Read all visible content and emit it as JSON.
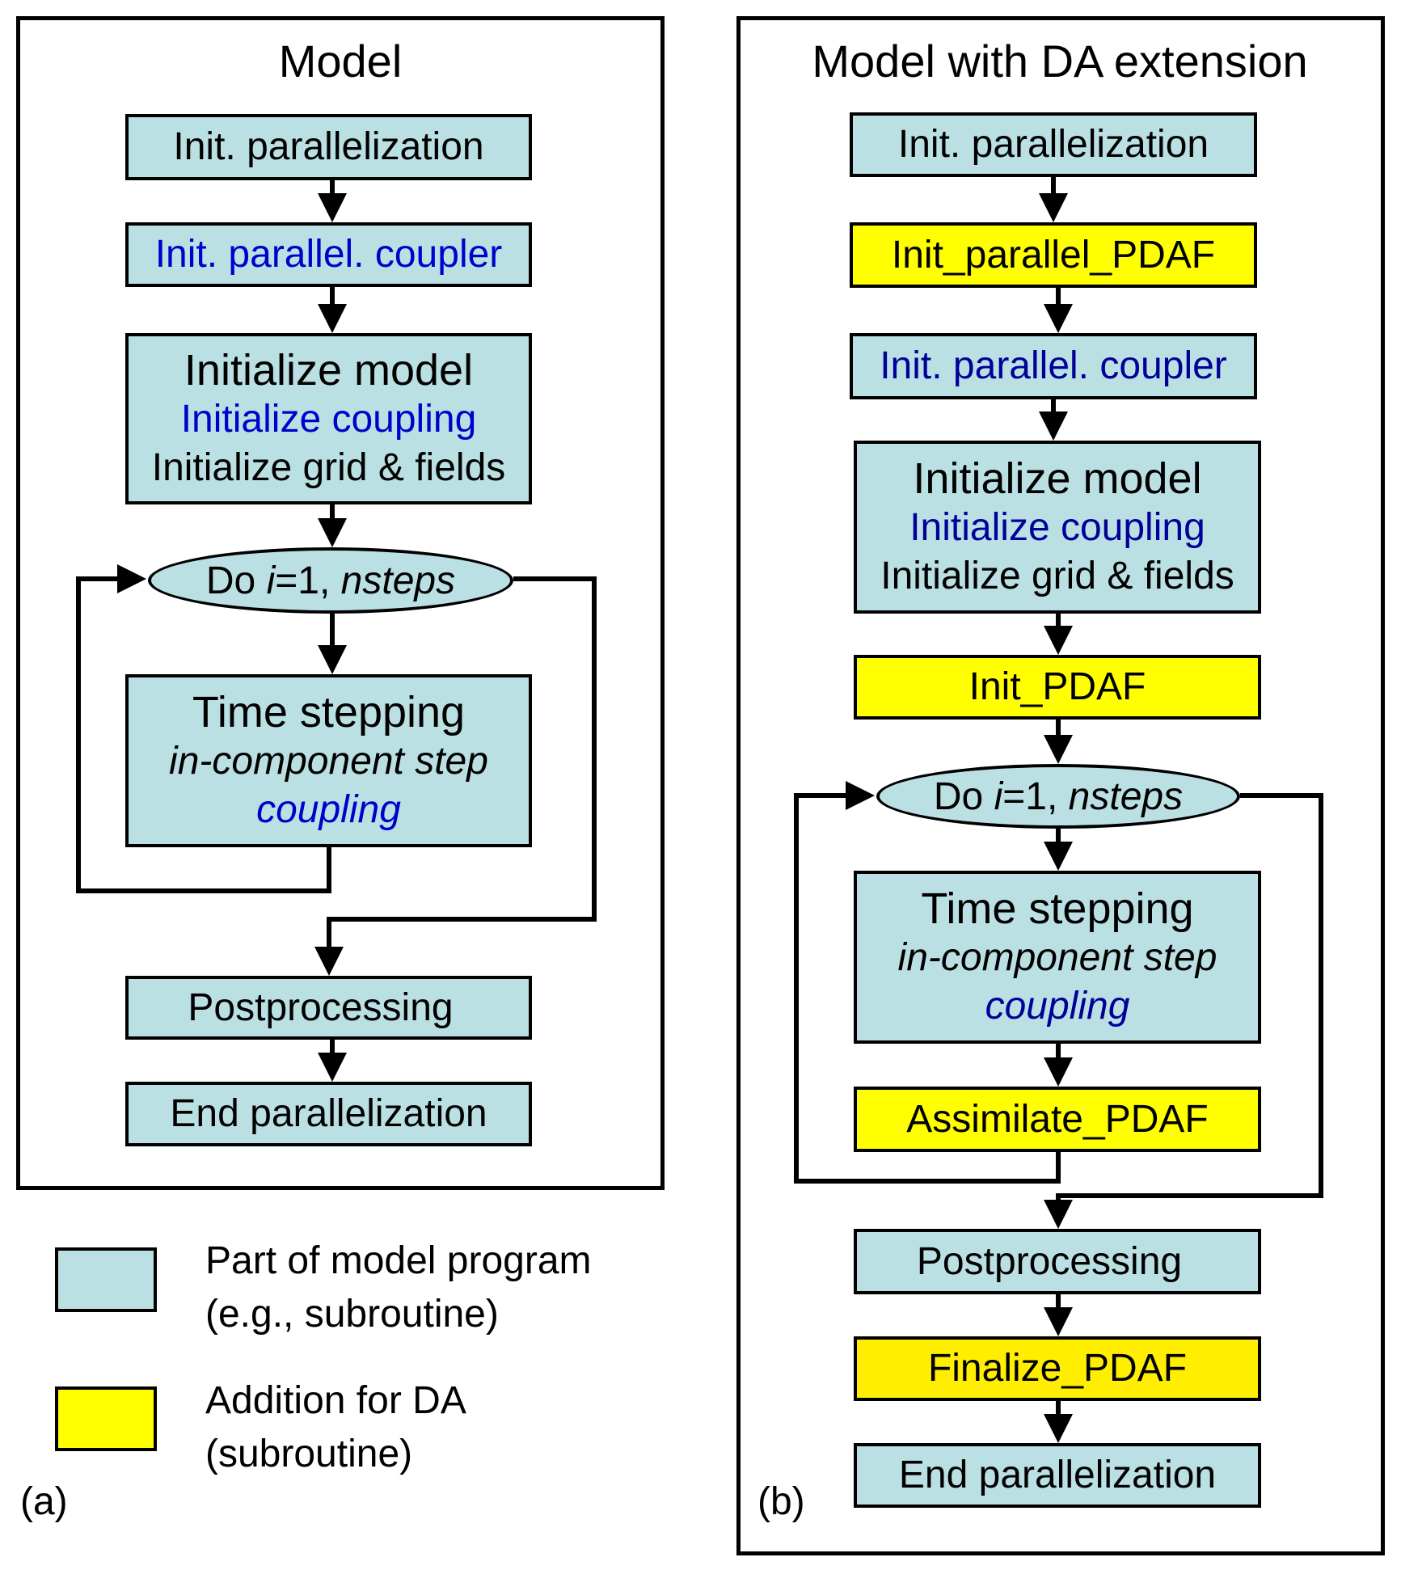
{
  "panel_a": {
    "title": "Model",
    "label": "(a)",
    "steps": {
      "init_parallelization": "Init. parallelization",
      "init_parallel_coupler": "Init. parallel. coupler",
      "initialize_model": {
        "line1": "Initialize model",
        "line2": "Initialize coupling",
        "line3": "Initialize grid & fields"
      },
      "loop": {
        "prefix": "Do ",
        "var": "i",
        "mid": "=1, ",
        "limit": "nsteps"
      },
      "time_stepping": {
        "line1": "Time stepping",
        "line2": "in-component step",
        "line3": "coupling"
      },
      "postprocessing": "Postprocessing",
      "end_parallelization": "End parallelization"
    }
  },
  "panel_b": {
    "title": "Model with DA extension",
    "label": "(b)",
    "steps": {
      "init_parallelization": "Init. parallelization",
      "init_parallel_pdaf": "Init_parallel_PDAF",
      "init_parallel_coupler": "Init. parallel. coupler",
      "initialize_model": {
        "line1": "Initialize model",
        "line2": "Initialize coupling",
        "line3": "Initialize grid & fields"
      },
      "init_pdaf": "Init_PDAF",
      "loop": {
        "prefix": "Do ",
        "var": "i",
        "mid": "=1, ",
        "limit": "nsteps"
      },
      "time_stepping": {
        "line1": "Time stepping",
        "line2": "in-component step",
        "line3": "coupling"
      },
      "assimilate_pdaf": "Assimilate_PDAF",
      "postprocessing": "Postprocessing",
      "finalize_pdaf": "Finalize_PDAF",
      "end_parallelization": "End parallelization"
    }
  },
  "legend": {
    "items": [
      {
        "line1": "Part of model program",
        "line2": "(e.g., subroutine)",
        "color": "#BBE0E3"
      },
      {
        "line1": "Addition for DA",
        "line2": "(subroutine)",
        "color": "#FFFF00"
      }
    ]
  },
  "colors": {
    "model_part": "#BBE0E3",
    "da_addition": "#FFFF00",
    "coupler_text": "#0000CC"
  }
}
